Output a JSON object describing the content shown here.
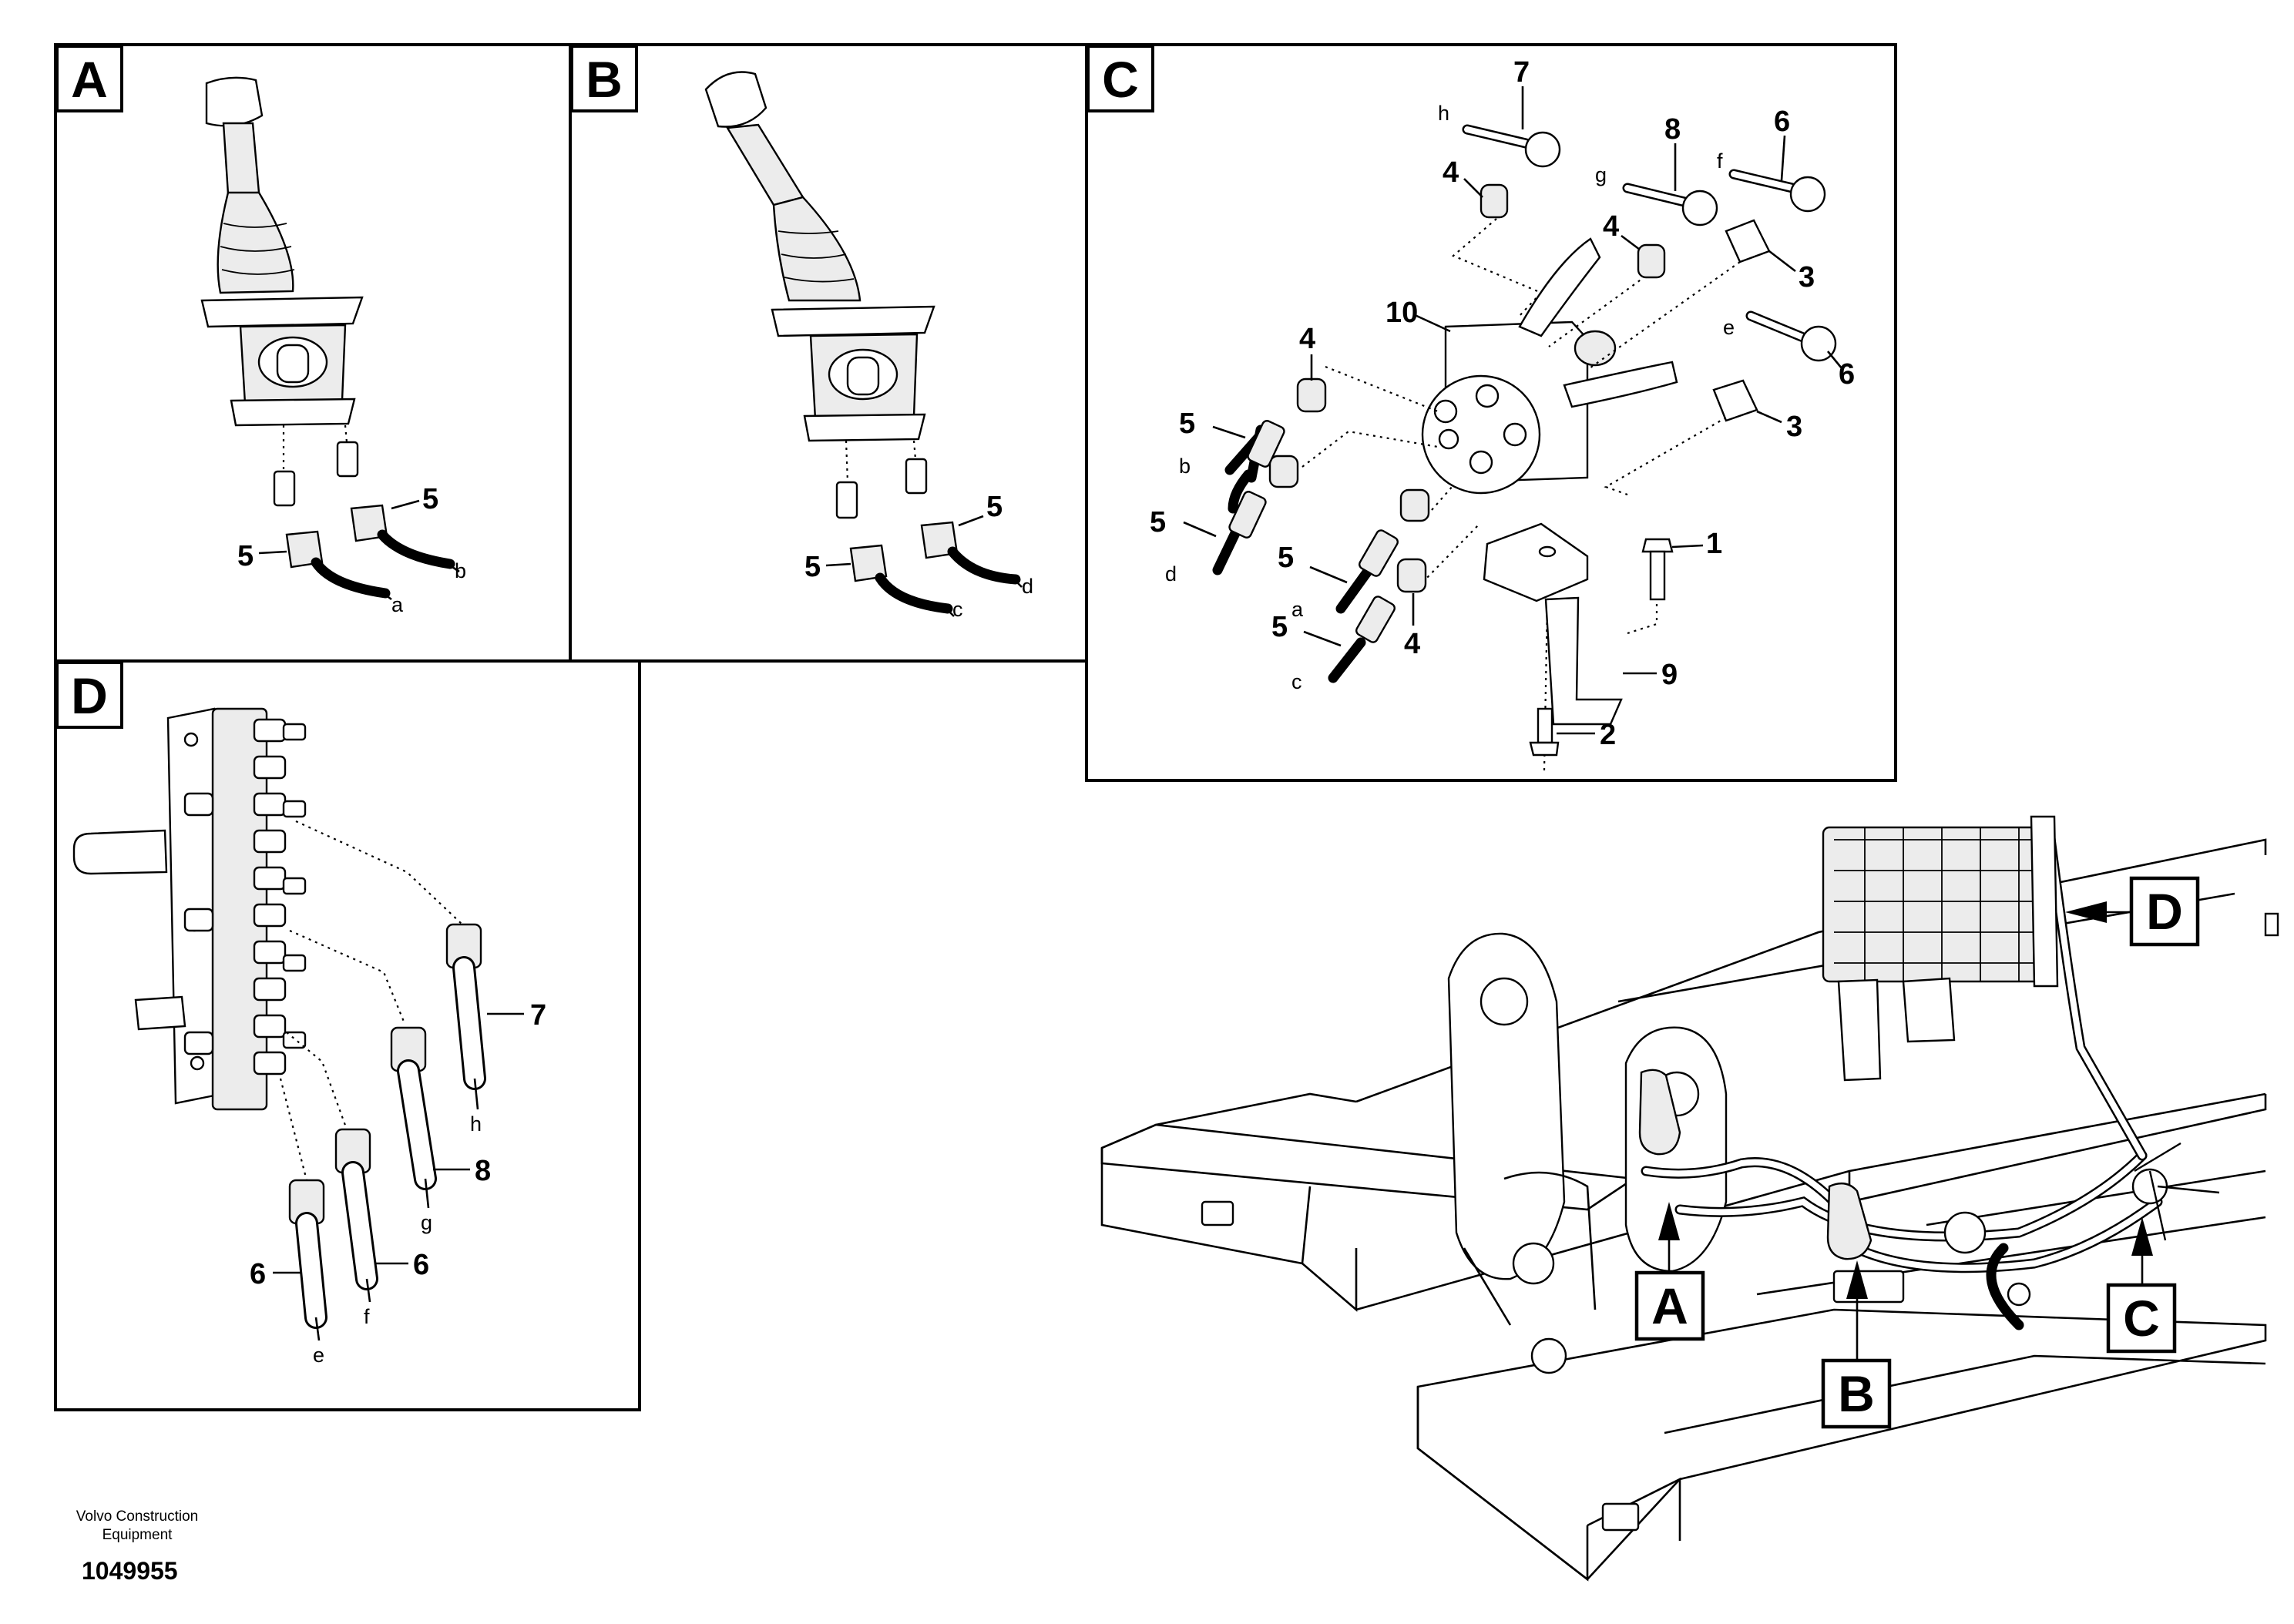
{
  "panels": {
    "A": {
      "tag": "A",
      "parts": [
        "5",
        "5"
      ],
      "ends": [
        "a",
        "b"
      ]
    },
    "B": {
      "tag": "B",
      "parts": [
        "5",
        "5"
      ],
      "ends": [
        "c",
        "d"
      ]
    },
    "C": {
      "tag": "C",
      "parts": [
        "7",
        "8",
        "6",
        "4",
        "4",
        "3",
        "10",
        "6",
        "4",
        "3",
        "5",
        "5",
        "1",
        "5",
        "5",
        "4",
        "9",
        "2"
      ],
      "ends": [
        "h",
        "g",
        "f",
        "e",
        "b",
        "d",
        "a",
        "c"
      ]
    },
    "D": {
      "tag": "D",
      "parts": [
        "7",
        "8",
        "6",
        "6"
      ],
      "ends": [
        "h",
        "g",
        "e",
        "f"
      ]
    }
  },
  "overview": {
    "callouts": [
      "A",
      "B",
      "C",
      "D"
    ]
  },
  "footer": {
    "company": "Volvo Construction Equipment",
    "company_line1": "Volvo Construction",
    "company_line2": "Equipment",
    "drawing_no": "1049955"
  },
  "colors": {
    "line": "#000000",
    "background": "#ffffff",
    "part_fill": "#ececec"
  }
}
